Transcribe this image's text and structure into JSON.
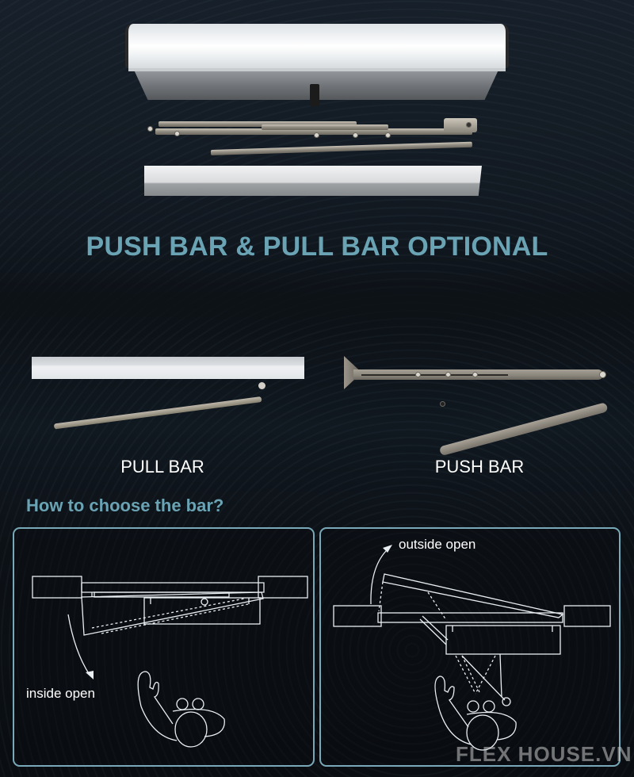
{
  "headline": "PUSH BAR & PULL BAR OPTIONAL",
  "products": {
    "pull_bar": {
      "label": "PULL BAR"
    },
    "push_bar": {
      "label": "PUSH BAR"
    }
  },
  "guide": {
    "title": "How to choose the bar?",
    "panels": [
      {
        "id": "inside",
        "label": "inside open"
      },
      {
        "id": "outside",
        "label": "outside open"
      }
    ]
  },
  "watermark": "FLEX HOUSE.VN",
  "colors": {
    "background": "#0d1217",
    "accent_teal": "#6aa3b3",
    "panel_border": "#79a9b8",
    "caption_text": "#ffffff"
  }
}
